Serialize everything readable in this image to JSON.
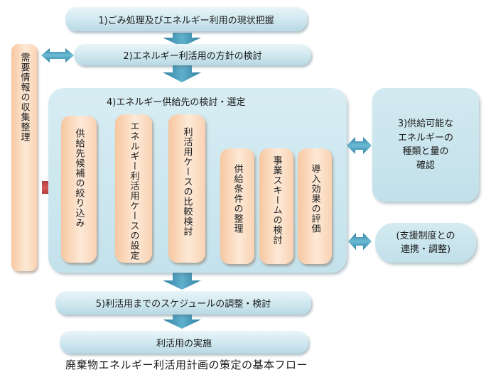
{
  "steps": {
    "step1": "1)ごみ処理及びエネルギー利用の現状把握",
    "step2": "2)エネルギー利活用の方針の検討",
    "step4": "4)エネルギー供給先の検討・選定",
    "step5": "5)利活用までのスケジュールの調整・検討",
    "final": "利活用の実施"
  },
  "left_column": "需要情報の収集整理",
  "step4_flow": [
    "供給先候補の絞り込み",
    "エネルギー利活用ケースの設定",
    "利活用ケースの比較検討"
  ],
  "step4_sub": [
    "供給条件の整理",
    "事業スキームの検討",
    "導入効果の評価"
  ],
  "side_step3": [
    "3)供給可能な",
    "エネルギーの",
    "種類と量の",
    "確認"
  ],
  "side_support": [
    "(支援制度との",
    "連携・調整)"
  ],
  "caption": "廃棄物エネルギー利活用計画の策定の基本フロー",
  "colors": {
    "blue_arrow": "#3a8fb0",
    "red_arrow": "#b83a3a",
    "connector": "#8b1a1a",
    "orange_pill": "#f7c7a0",
    "blue_box": "#cfe7ef"
  }
}
